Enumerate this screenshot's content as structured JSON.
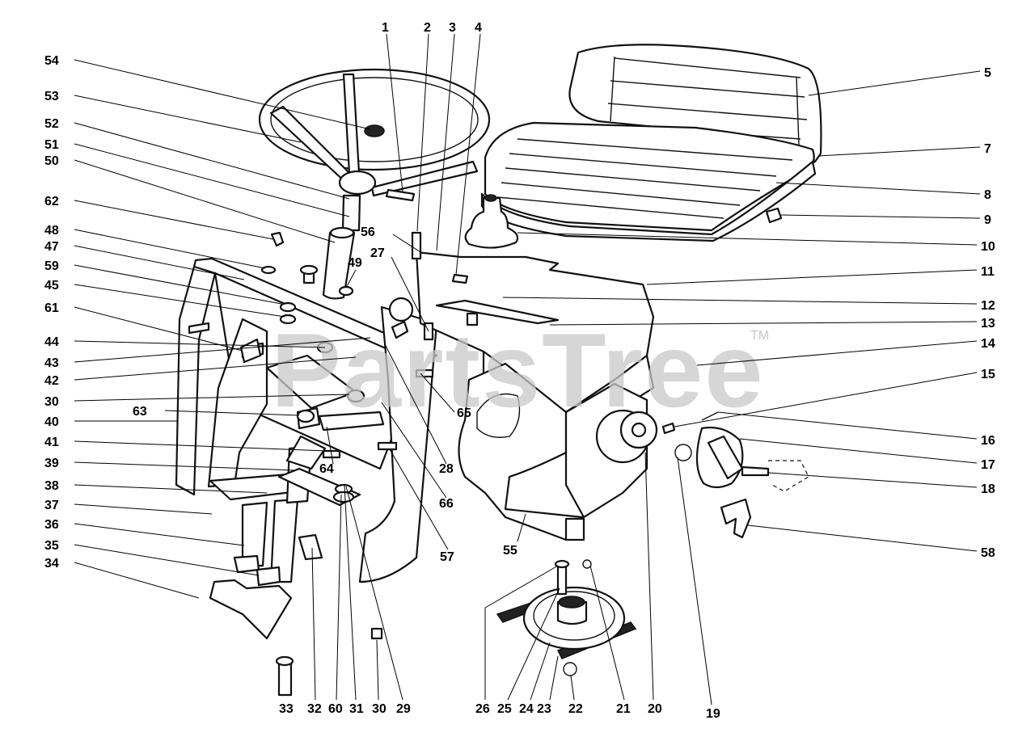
{
  "watermark": {
    "text": "PartsTree",
    "trademark": "TM"
  },
  "callouts": [
    {
      "label": "1"
    },
    {
      "label": "2"
    },
    {
      "label": "3"
    },
    {
      "label": "4"
    },
    {
      "label": "5"
    },
    {
      "label": "7"
    },
    {
      "label": "8"
    },
    {
      "label": "9"
    },
    {
      "label": "10"
    },
    {
      "label": "11"
    },
    {
      "label": "12"
    },
    {
      "label": "13"
    },
    {
      "label": "14"
    },
    {
      "label": "15"
    },
    {
      "label": "16"
    },
    {
      "label": "17"
    },
    {
      "label": "18"
    },
    {
      "label": "58"
    },
    {
      "label": "54"
    },
    {
      "label": "53"
    },
    {
      "label": "52"
    },
    {
      "label": "51"
    },
    {
      "label": "50"
    },
    {
      "label": "62"
    },
    {
      "label": "48"
    },
    {
      "label": "47"
    },
    {
      "label": "59"
    },
    {
      "label": "45"
    },
    {
      "label": "61"
    },
    {
      "label": "44"
    },
    {
      "label": "43"
    },
    {
      "label": "42"
    },
    {
      "label": "30"
    },
    {
      "label": "63"
    },
    {
      "label": "40"
    },
    {
      "label": "41"
    },
    {
      "label": "39"
    },
    {
      "label": "38"
    },
    {
      "label": "37"
    },
    {
      "label": "36"
    },
    {
      "label": "35"
    },
    {
      "label": "34"
    },
    {
      "label": "56"
    },
    {
      "label": "27"
    },
    {
      "label": "49"
    },
    {
      "label": "65"
    },
    {
      "label": "28"
    },
    {
      "label": "64"
    },
    {
      "label": "66"
    },
    {
      "label": "57"
    },
    {
      "label": "55"
    },
    {
      "label": "33"
    },
    {
      "label": "32"
    },
    {
      "label": "60"
    },
    {
      "label": "31"
    },
    {
      "label": "30"
    },
    {
      "label": "29"
    },
    {
      "label": "26"
    },
    {
      "label": "25"
    },
    {
      "label": "24"
    },
    {
      "label": "23"
    },
    {
      "label": "22"
    },
    {
      "label": "21"
    },
    {
      "label": "20"
    },
    {
      "label": "19"
    }
  ]
}
